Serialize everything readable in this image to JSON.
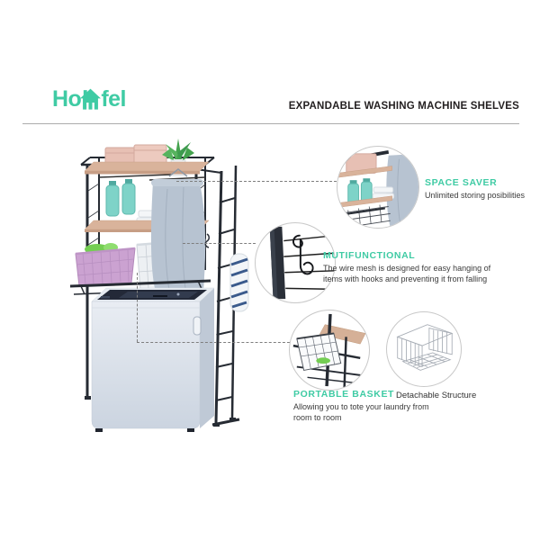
{
  "colors": {
    "accent": "#3FCBA4",
    "title_text": "#231F20",
    "body_text": "#3B3B3B",
    "divider": "#ABABAB"
  },
  "brand": {
    "logo_prefix": "Ho",
    "logo_suffix": "fel",
    "logo_icon": "house-icon"
  },
  "header": {
    "title": "EXPANDABLE WASHING MACHINE SHELVES"
  },
  "callouts": {
    "space_saver": {
      "heading": "SPACE SAVER",
      "body": "Unlimited storing posibilities"
    },
    "multifunctional": {
      "heading": "MUTIFUNCTIONAL",
      "body": "The wire mesh is designed for easy hanging of items with hooks and preventing it from falling"
    },
    "portable_basket": {
      "heading": "PORTABLE BASKET",
      "body": "Allowing you to tote your laundry from room to room"
    },
    "detachable_structure": {
      "label": "Detachable Structure"
    }
  }
}
